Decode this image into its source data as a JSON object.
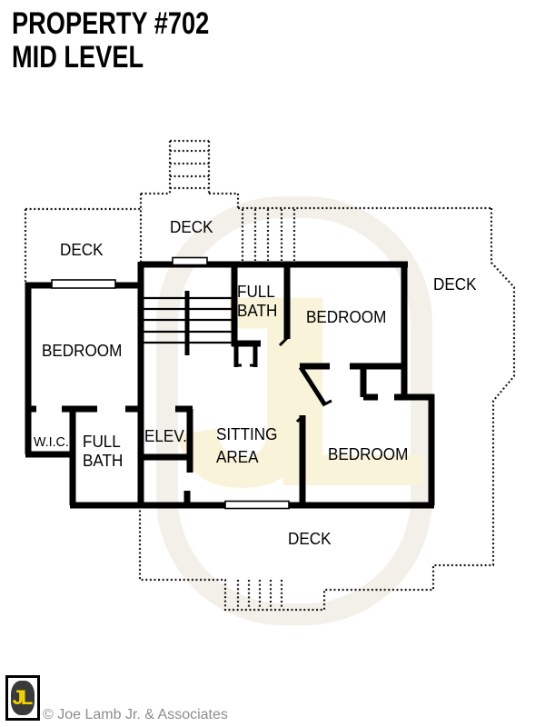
{
  "title": {
    "line1": "PROPERTY #702",
    "line2": "MID LEVEL"
  },
  "plan": {
    "labels": {
      "deck_top": "DECK",
      "deck_left": "DECK",
      "deck_right": "DECK",
      "deck_bottom": "DECK",
      "bedroom_left": "BEDROOM",
      "bedroom_middle": "BEDROOM",
      "bedroom_bottom": "BEDROOM",
      "bath_upper": {
        "line1": "FULL",
        "line2": "BATH"
      },
      "bath_lower": {
        "line1": "FULL",
        "line2": "BATH"
      },
      "wic": "W.I.C.",
      "elevator": "ELEV.",
      "sitting": {
        "line1": "SITTING",
        "line2": "AREA"
      }
    }
  },
  "watermark": {
    "text": "JL"
  },
  "footer": {
    "logo_text": "JL",
    "copyright": "© Joe Lamb Jr. & Associates"
  },
  "colors": {
    "wall": "#000000",
    "deck_line": "#1a1a1a",
    "watermark_ring": "#f2f0e9",
    "watermark_letters": "#f9f3d9",
    "logo_yellow": "#f2d500",
    "logo_dark": "#3a3a3a",
    "copyright_gray": "#8d8d8d"
  }
}
